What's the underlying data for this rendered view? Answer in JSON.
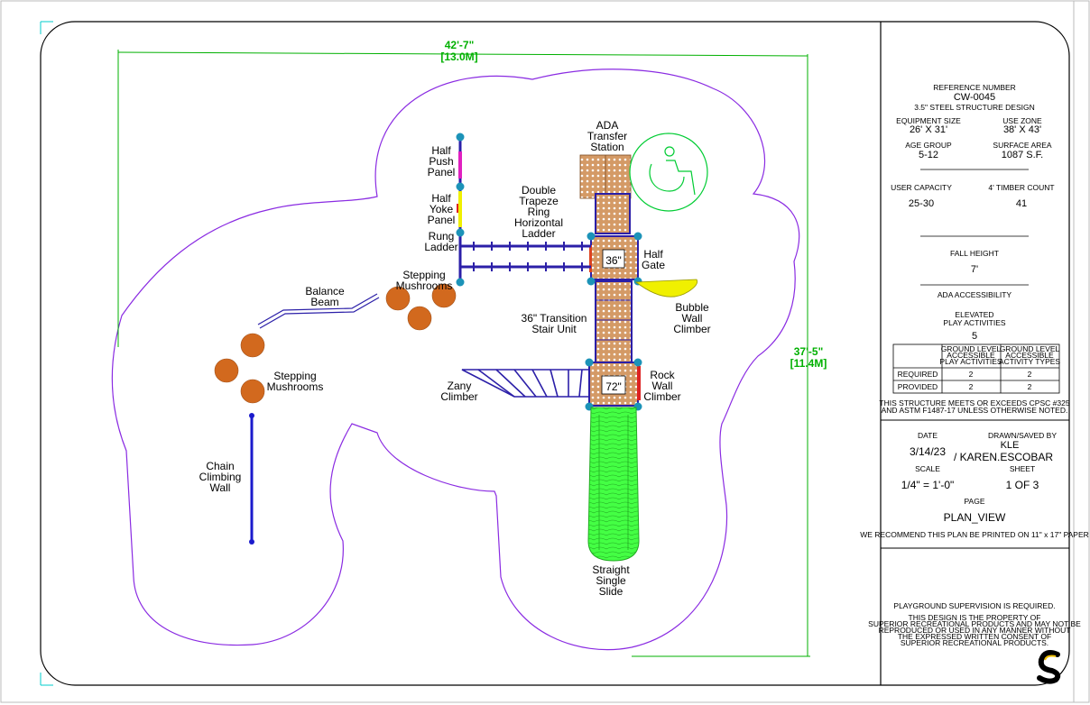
{
  "dimensions": {
    "width_label": "42'-7\"",
    "width_metric": "[13.0M]",
    "depth_label": "37'-5\"",
    "depth_metric": "[11.4M]"
  },
  "labels": {
    "ada_transfer": [
      "ADA",
      "Transfer",
      "Station"
    ],
    "half_push_panel": [
      "Half",
      "Push",
      "Panel"
    ],
    "half_yoke_panel": [
      "Half",
      "Yoke",
      "Panel"
    ],
    "rung_ladder": [
      "Rung",
      "Ladder"
    ],
    "double_trapeze": [
      "Double",
      "Trapeze",
      "Ring",
      "Horizontal",
      "Ladder"
    ],
    "half_gate": [
      "Half",
      "Gate"
    ],
    "deck_36": "36\"",
    "deck_72": "72\"",
    "stepping_mushrooms_top": [
      "Stepping",
      "Mushrooms"
    ],
    "balance_beam": [
      "Balance",
      "Beam"
    ],
    "transition_stair": [
      "36\" Transition",
      "Stair Unit"
    ],
    "bubble_wall": [
      "Bubble",
      "Wall",
      "Climber"
    ],
    "stepping_mushrooms_bottom": [
      "Stepping",
      "Mushrooms"
    ],
    "zany_climber": [
      "Zany",
      "Climber"
    ],
    "rock_wall": [
      "Rock",
      "Wall",
      "Climber"
    ],
    "chain_wall": [
      "Chain",
      "Climbing",
      "Wall"
    ],
    "straight_slide": [
      "Straight",
      "Single",
      "Slide"
    ]
  },
  "title_block": {
    "reference_label": "REFERENCE NUMBER",
    "reference_number": "CW-0045",
    "structure_design": "3.5\" STEEL STRUCTURE DESIGN",
    "equipment_size_label": "EQUIPMENT SIZE",
    "equipment_size": "26' X 31'",
    "use_zone_label": "USE ZONE",
    "use_zone": "38' X 43'",
    "age_group_label": "AGE GROUP",
    "age_group": "5-12",
    "surface_area_label": "SURFACE AREA",
    "surface_area": "1087 S.F.",
    "user_capacity_label": "USER CAPACITY",
    "user_capacity": "25-30",
    "timber_count_label": "4' TIMBER COUNT",
    "timber_count": "41",
    "fall_height_label": "FALL HEIGHT",
    "fall_height": "7'",
    "ada_label": "ADA ACCESSIBILITY",
    "elevated_label": [
      "ELEVATED",
      "PLAY ACTIVITIES"
    ],
    "elevated_count": "5",
    "table_headers": [
      [
        "GROUND LEVEL",
        "ACCESSIBLE",
        "PLAY ACTIVITIES"
      ],
      [
        "GROUND LEVEL",
        "ACCESSIBLE",
        "ACTIVITY TYPES"
      ]
    ],
    "table_rows": [
      {
        "label": "REQUIRED",
        "values": [
          "2",
          "2"
        ]
      },
      {
        "label": "PROVIDED",
        "values": [
          "2",
          "2"
        ]
      }
    ],
    "compliance": [
      "THIS STRUCTURE MEETS OR EXCEEDS CPSC #325",
      "AND ASTM F1487-17 UNLESS OTHERWISE NOTED."
    ],
    "date_label": "DATE",
    "date": "3/14/23",
    "drawn_label": "DRAWN/SAVED BY",
    "drawn_by": "KLE",
    "saved_by": "/ KAREN.ESCOBAR",
    "scale_label": "SCALE",
    "scale": "1/4\" = 1'-0\"",
    "sheet_label": "SHEET",
    "sheet": "1   OF   3",
    "page_label": "PAGE",
    "page": "PLAN_VIEW",
    "print_note": "WE RECOMMEND THIS PLAN BE PRINTED ON 11\" x 17\" PAPER",
    "supervision": "PLAYGROUND SUPERVISION IS REQUIRED.",
    "property_note": [
      "THIS DESIGN IS THE PROPERTY OF",
      "SUPERIOR RECREATIONAL PRODUCTS AND MAY NOT BE",
      "REPRODUCED OR USED IN ANY MANNER WITHOUT",
      "THE EXPRESSED WRITTEN CONSENT OF",
      "SUPERIOR RECREATIONAL PRODUCTS."
    ],
    "logo_icon": "s-logo-icon"
  },
  "colors": {
    "use_zone": "#8a2be2",
    "dimension": "#00b000",
    "structure": "#2b1fa8",
    "post": "#1c93b8",
    "deck": "#c8824a",
    "mushroom": "#d2691e",
    "slide": "#33ff33",
    "bubble": "#f0f000",
    "chain": "#1a1acc"
  }
}
